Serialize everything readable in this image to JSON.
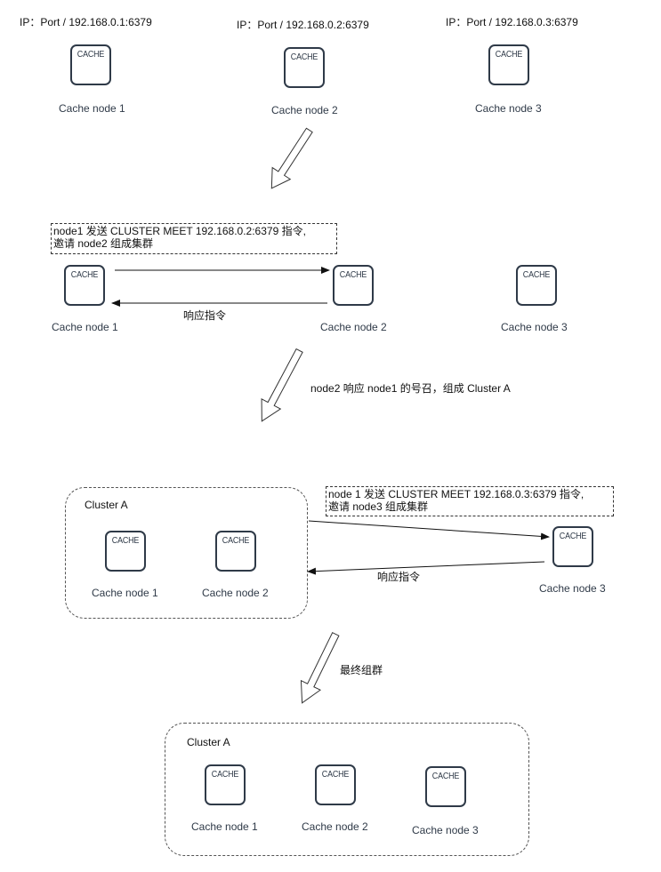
{
  "stage1": {
    "ips": [
      "IP：Port / 192.168.0.1:6379",
      "IP：Port / 192.168.0.2:6379",
      "IP：Port / 192.168.0.3:6379"
    ],
    "nodes": [
      {
        "icon": "CACHE",
        "caption": "Cache node 1"
      },
      {
        "icon": "CACHE",
        "caption": "Cache node 2"
      },
      {
        "icon": "CACHE",
        "caption": "Cache node 3"
      }
    ]
  },
  "stage2": {
    "note_line1": "node1 发送 CLUSTER MEET 192.168.0.2:6379 指令,",
    "note_line2": "邀请 node2 组成集群",
    "response_label": "响应指令",
    "nodes": [
      {
        "icon": "CACHE",
        "caption": "Cache node 1"
      },
      {
        "icon": "CACHE",
        "caption": "Cache node 2"
      },
      {
        "icon": "CACHE",
        "caption": "Cache node 3"
      }
    ],
    "transition_label": "node2  响应 node1 的号召，组成 Cluster A"
  },
  "stage3": {
    "cluster_title": "Cluster A",
    "note_line1": "node 1 发送 CLUSTER MEET 192.168.0.3:6379 指令,",
    "note_line2": "邀请 node3 组成集群",
    "response_label": "响应指令",
    "nodes": [
      {
        "icon": "CACHE",
        "caption": "Cache node 1"
      },
      {
        "icon": "CACHE",
        "caption": "Cache node 2"
      },
      {
        "icon": "CACHE",
        "caption": "Cache node 3"
      }
    ],
    "transition_label": "最终组群"
  },
  "stage4": {
    "cluster_title": "Cluster A",
    "nodes": [
      {
        "icon": "CACHE",
        "caption": "Cache node 1"
      },
      {
        "icon": "CACHE",
        "caption": "Cache node 2"
      },
      {
        "icon": "CACHE",
        "caption": "Cache node 3"
      }
    ]
  }
}
